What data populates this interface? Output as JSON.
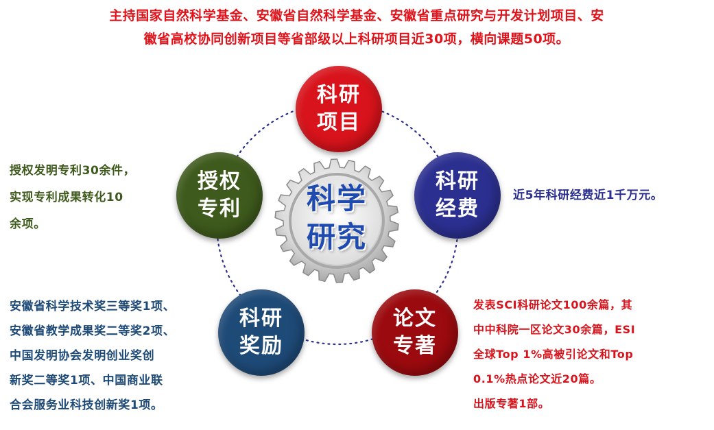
{
  "top_text": {
    "line1": "主持国家自然科学基金、安徽省自然科学基金、安徽省重点研究与开发计划项目、安",
    "line2": "徽省高校协同创新项目等省部级以上科研项目近30项，横向课题50项。"
  },
  "center": {
    "line1": "科学",
    "line2": "研究"
  },
  "nodes": {
    "projects": {
      "line1": "科研",
      "line2": "项目",
      "color": "#d8131b"
    },
    "funding": {
      "line1": "科研",
      "line2": "经费",
      "color": "#2b2f8f"
    },
    "papers": {
      "line1": "论文",
      "line2": "专著",
      "color": "#9b0a0e"
    },
    "awards": {
      "line1": "科研",
      "line2": "奖励",
      "color": "#1e4a78"
    },
    "patents": {
      "line1": "授权",
      "line2": "专利",
      "color": "#3e5a1c"
    }
  },
  "descriptions": {
    "patents": {
      "lines": [
        "授权发明专利30余件，",
        "实现专利成果转化10",
        "余项。"
      ],
      "color": "#3e5a1c"
    },
    "funding": {
      "lines": [
        "近5年科研经费近1千万元。"
      ],
      "color": "#2b2f8f"
    },
    "awards": {
      "lines": [
        "安徽省科学技术奖三等奖1项、",
        "安徽省教学成果奖二等奖2项、",
        "中国发明协会发明创业奖创",
        "新奖二等奖1项、中国商业联",
        "合会服务业科技创新奖1项。"
      ],
      "color": "#1e4a78"
    },
    "papers": {
      "lines": [
        "发表SCI科研论文100余篇，其",
        "中中科院一区论文30余篇，ESI",
        "全球Top 1%高被引论文和Top",
        "0.1%热点论文近20篇。",
        "出版专著1部。"
      ],
      "color": "#d8131b"
    }
  }
}
